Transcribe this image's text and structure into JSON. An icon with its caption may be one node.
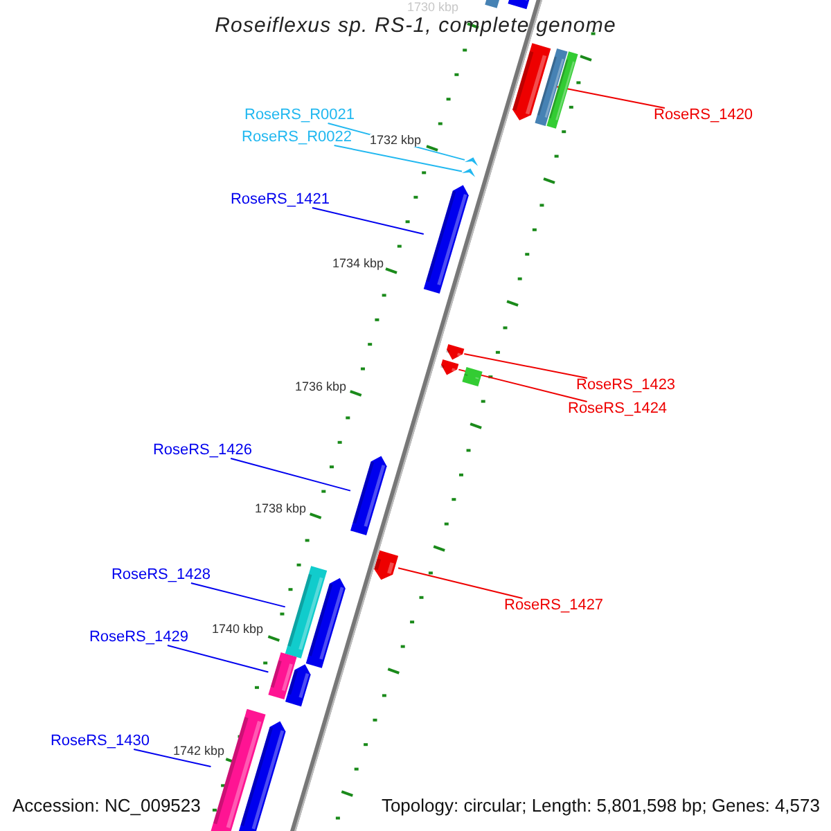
{
  "diagram": {
    "title": "Roseiflexus sp. RS-1, complete genome",
    "nodes": [
      {
        "text": [
          "RoseRS_R0021"
        ]
      },
      {
        "text": [
          "RoseRS_R0022"
        ]
      },
      {
        "text": [
          "RoseRS_1420"
        ]
      },
      {
        "text": [
          "RoseRS_1421"
        ]
      },
      {
        "text": [
          "RoseRS_1423"
        ]
      },
      {
        "text": [
          "RoseRS_1424"
        ]
      },
      {
        "text": [
          "RoseRS_1426"
        ]
      },
      {
        "text": [
          "RoseRS_1427"
        ]
      },
      {
        "text": [
          "RoseRS_1428"
        ]
      },
      {
        "text": [
          "RoseRS_1429"
        ]
      },
      {
        "text": [
          "RoseRS_1430"
        ]
      },
      {
        "text": [],
        "shape": "bar"
      },
      {
        "text": [],
        "shape": "bar"
      },
      {
        "text": [],
        "shape": "bar"
      },
      {
        "text": [],
        "shape": "bar"
      },
      {
        "text": [],
        "shape": "bar"
      },
      {
        "text": [],
        "shape": "bar"
      },
      {
        "text": [],
        "shape": "bar"
      },
      {
        "text": [],
        "shape": "bar"
      },
      {
        "text": [],
        "shape": "bar"
      },
      {
        "text": [],
        "shape": "bar"
      },
      {
        "text": [],
        "shape": "bar"
      },
      {
        "text": [],
        "shape": "bar"
      },
      {
        "text": [],
        "shape": "bar"
      },
      {
        "text": [],
        "shape": "bar"
      },
      {
        "text": [],
        "shape": "bar"
      },
      {
        "text": [],
        "shape": "bar"
      },
      {
        "text": [],
        "shape": "bar"
      },
      {
        "text": [],
        "shape": "bar"
      },
      {
        "text": [],
        "shape": "bar"
      }
    ],
    "edges": [
      {
        "from": 0,
        "to": 16,
        "arrow": "none",
        "color": "#22b8f0"
      },
      {
        "from": 1,
        "to": 17,
        "arrow": "none",
        "color": "#22b8f0"
      },
      {
        "from": 2,
        "to": 13,
        "arrow": "none",
        "color": "#ee0000"
      },
      {
        "from": 3,
        "to": 18,
        "arrow": "none"
      },
      {
        "from": 4,
        "to": 19,
        "arrow": "none",
        "color": "#ee0000"
      },
      {
        "from": 5,
        "to": 20,
        "arrow": "none",
        "color": "#ee0000"
      },
      {
        "from": 6,
        "to": 22,
        "arrow": "none"
      },
      {
        "from": 7,
        "to": 23,
        "arrow": "none",
        "color": "#ee0000"
      },
      {
        "from": 8,
        "to": 24,
        "arrow": "none"
      },
      {
        "from": 9,
        "to": 26,
        "arrow": "none"
      },
      {
        "from": 10,
        "to": 28,
        "arrow": "none"
      }
    ],
    "labels": [
      "1730 kbp",
      "1732 kbp",
      "1734 kbp",
      "1736 kbp",
      "1738 kbp",
      "1740 kbp",
      "1742 kbp",
      "Accession: NC_009523",
      "Topology: circular; Length: 5,801,598 bp; Genes: 4,573"
    ]
  }
}
